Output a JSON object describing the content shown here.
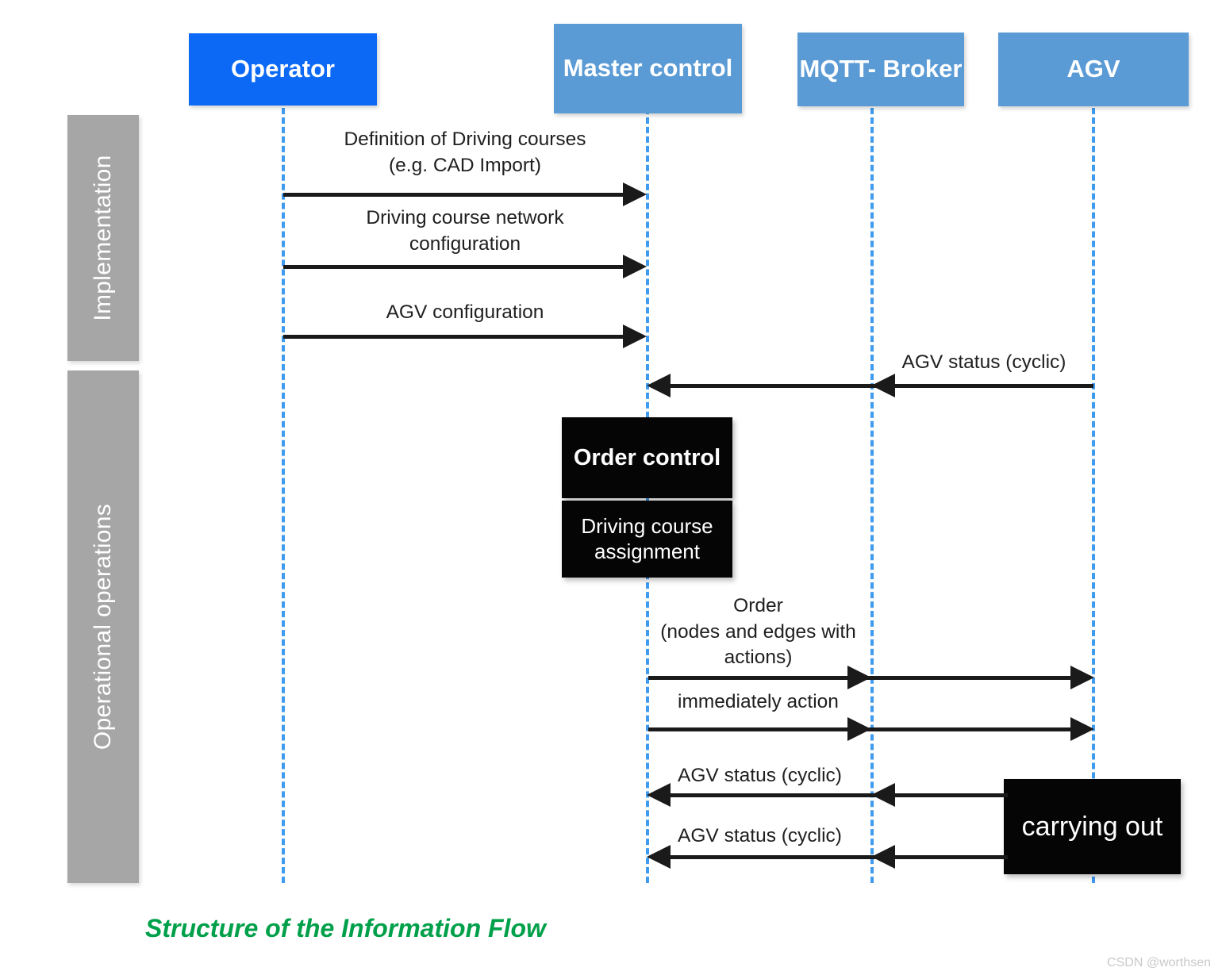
{
  "title": "Structure of the Information Flow",
  "caption": "Structure of the Information Flow",
  "watermark": "CSDN @worthsen",
  "colors": {
    "operator": "#0B69F5",
    "participant": "#5B9BD5",
    "lifeline": "#3F9BEE",
    "phase_bar": "#A6A6A6",
    "activity_box": "#050505",
    "caption": "#00A04A",
    "arrow": "#1A1A1A"
  },
  "participants": [
    {
      "id": "operator",
      "label": "Operator"
    },
    {
      "id": "master-control",
      "label": "Master\ncontrol"
    },
    {
      "id": "mqtt-broker",
      "label": "MQTT-\nBroker"
    },
    {
      "id": "agv",
      "label": "AGV"
    }
  ],
  "phases": [
    {
      "id": "implementation",
      "label": "Implementation"
    },
    {
      "id": "operational-operations",
      "label": "Operational operations"
    }
  ],
  "messages": [
    {
      "id": "definition-driving-courses",
      "label": "Definition of Driving courses\n(e.g. CAD Import)",
      "from": "operator",
      "to": "master-control",
      "direction": "right",
      "phase": "implementation"
    },
    {
      "id": "driving-course-network-config",
      "label": "Driving course network\nconfiguration",
      "from": "operator",
      "to": "master-control",
      "direction": "right",
      "phase": "implementation"
    },
    {
      "id": "agv-configuration",
      "label": "AGV configuration",
      "from": "operator",
      "to": "master-control",
      "direction": "right",
      "phase": "implementation"
    },
    {
      "id": "agv-status-cyclic-1",
      "label": "AGV status (cyclic)",
      "from": "agv",
      "to": "master-control",
      "direction": "left",
      "via": "mqtt-broker",
      "phase": "implementation"
    },
    {
      "id": "order-nodes-edges",
      "label": "Order\n(nodes and edges with\nactions)",
      "from": "master-control",
      "to": "agv",
      "direction": "right",
      "via": "mqtt-broker",
      "phase": "operational-operations"
    },
    {
      "id": "immediately-action",
      "label": "immediately action",
      "from": "master-control",
      "to": "agv",
      "direction": "right",
      "via": "mqtt-broker",
      "phase": "operational-operations"
    },
    {
      "id": "agv-status-cyclic-2",
      "label": "AGV status (cyclic)",
      "from": "agv",
      "to": "master-control",
      "direction": "left",
      "via": "mqtt-broker",
      "phase": "operational-operations"
    },
    {
      "id": "agv-status-cyclic-3",
      "label": "AGV status (cyclic)",
      "from": "agv",
      "to": "master-control",
      "direction": "left",
      "via": "mqtt-broker",
      "phase": "operational-operations"
    }
  ],
  "activity_boxes": [
    {
      "id": "order-control",
      "label": "Order\ncontrol",
      "on": "master-control"
    },
    {
      "id": "driving-course-assignment",
      "label": "Driving course\nassignment",
      "on": "master-control"
    },
    {
      "id": "carrying-out",
      "label": "carrying\nout",
      "on": "agv"
    }
  ]
}
